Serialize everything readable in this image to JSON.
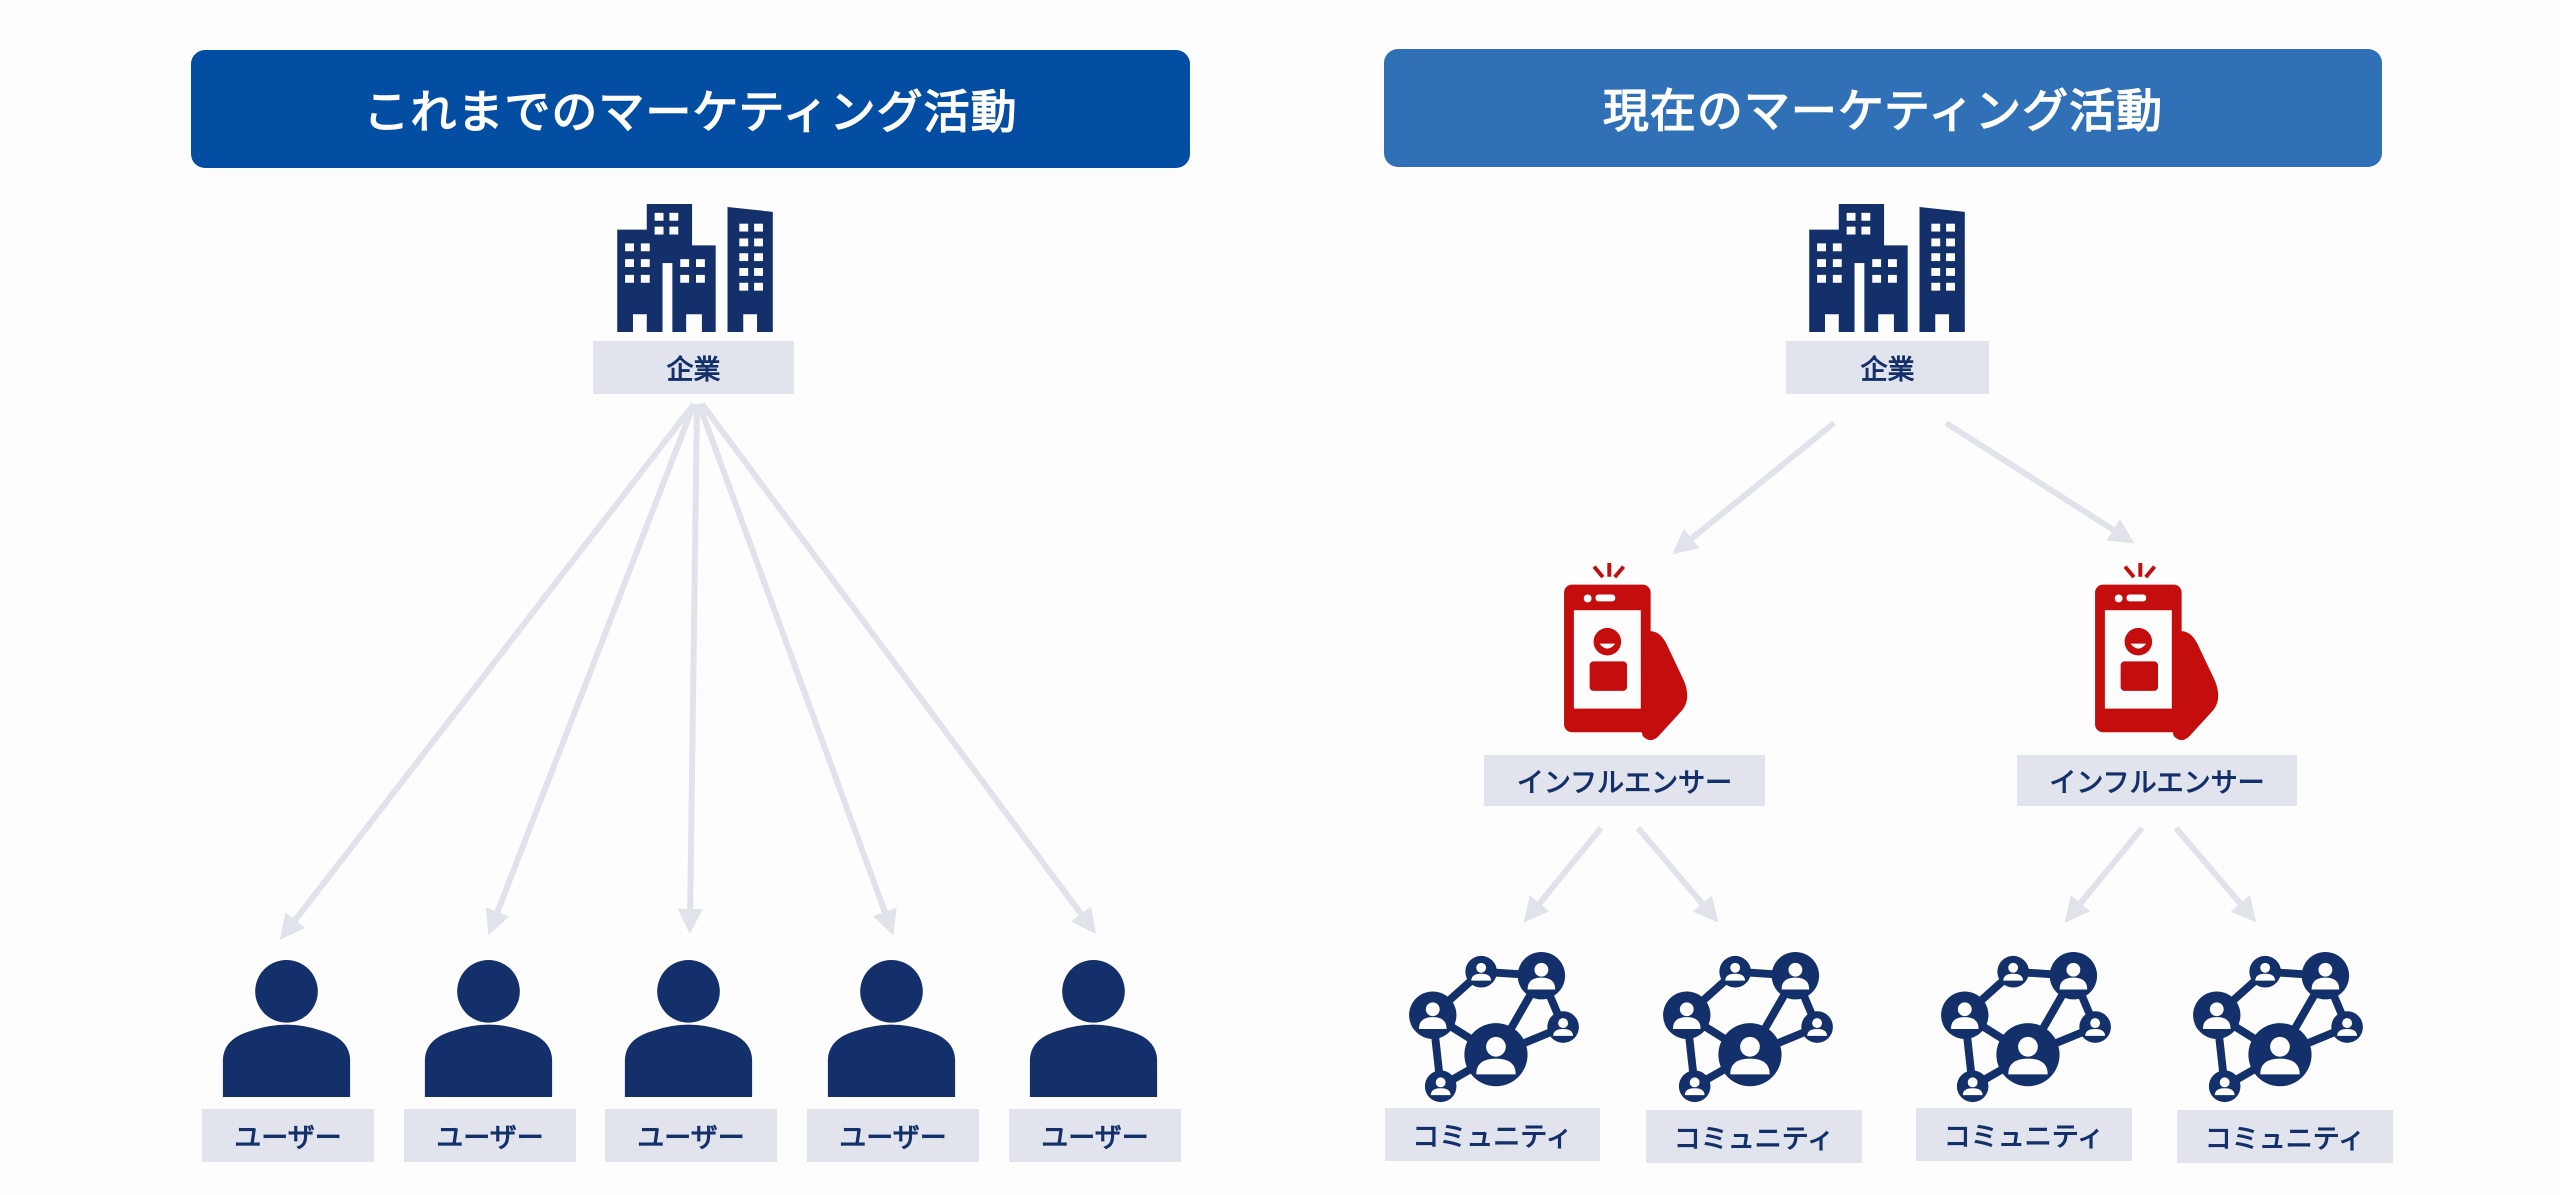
{
  "colors": {
    "header_left": "#034ea2",
    "header_right": "#2f70b6",
    "icon_navy": "#14306a",
    "influencer_red": "#c40d0d",
    "label_bg": "#e1e4ec",
    "arrow": "#e0e3ea"
  },
  "left_panel": {
    "title": "これまでのマーケティング活動",
    "company": {
      "icon": "buildings-icon",
      "label": "企業"
    },
    "users": [
      {
        "icon": "person-icon",
        "label": "ユーザー"
      },
      {
        "icon": "person-icon",
        "label": "ユーザー"
      },
      {
        "icon": "person-icon",
        "label": "ユーザー"
      },
      {
        "icon": "person-icon",
        "label": "ユーザー"
      },
      {
        "icon": "person-icon",
        "label": "ユーザー"
      }
    ]
  },
  "right_panel": {
    "title": "現在のマーケティング活動",
    "company": {
      "icon": "buildings-icon",
      "label": "企業"
    },
    "influencers": [
      {
        "icon": "smartphone-influencer-icon",
        "label": "インフルエンサー"
      },
      {
        "icon": "smartphone-influencer-icon",
        "label": "インフルエンサー"
      }
    ],
    "communities": [
      {
        "icon": "community-network-icon",
        "label": "コミュニティ"
      },
      {
        "icon": "community-network-icon",
        "label": "コミュニティ"
      },
      {
        "icon": "community-network-icon",
        "label": "コミュニティ"
      },
      {
        "icon": "community-network-icon",
        "label": "コミュニティ"
      }
    ]
  }
}
